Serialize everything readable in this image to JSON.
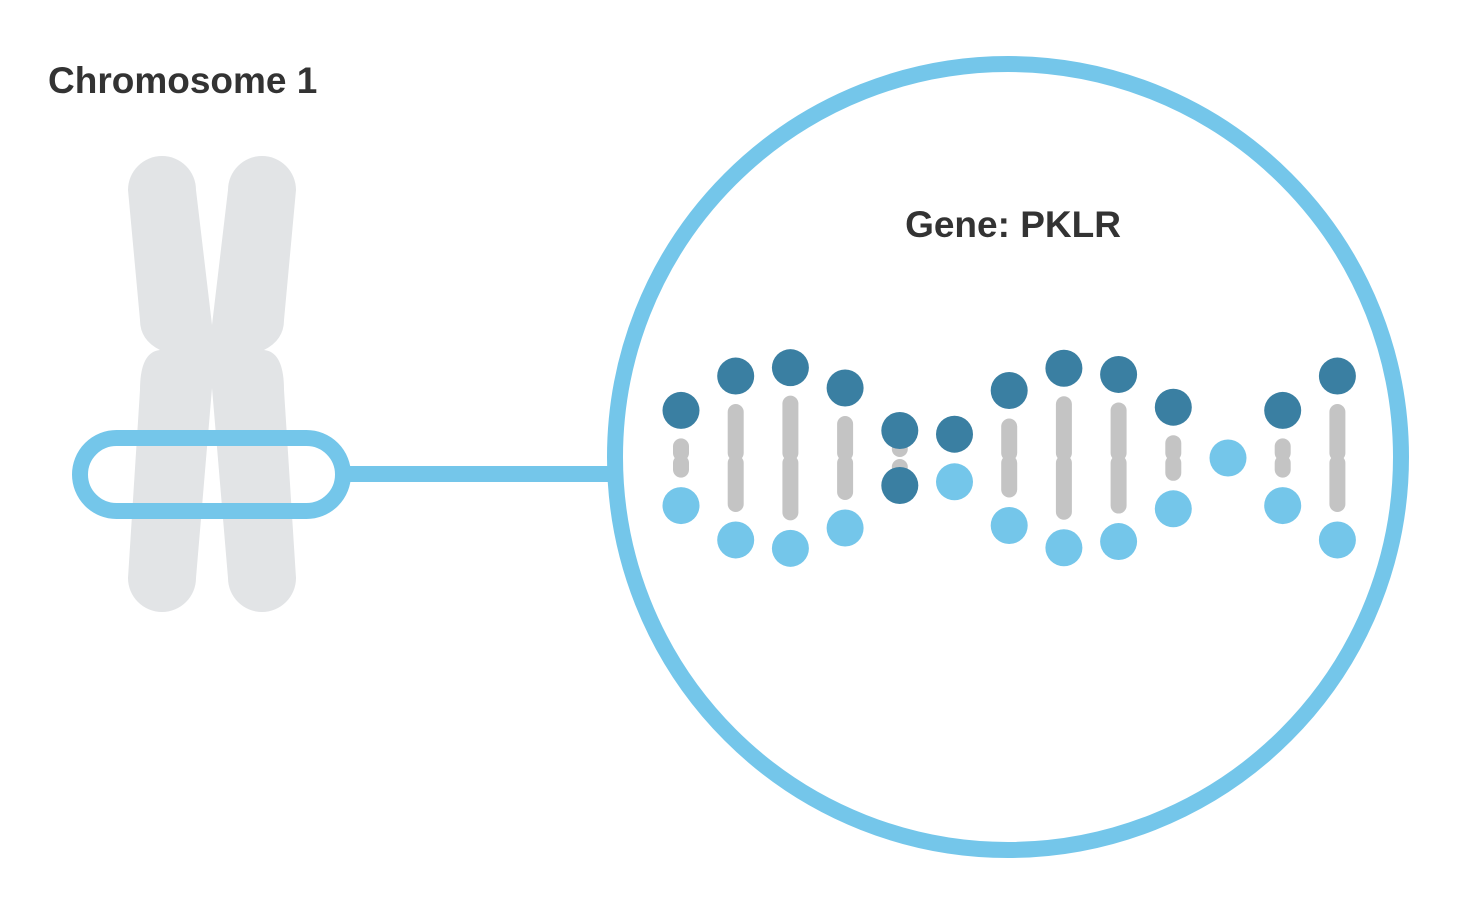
{
  "chromosome_label": "Chromosome 1",
  "gene_label": "Gene: PKLR",
  "colors": {
    "chromosome": "#e2e4e6",
    "highlight": "#74c6ea",
    "base_dark": "#3a7fa2",
    "base_light": "#74c6ea",
    "base_pair_bar": "#c4c4c4",
    "text": "#333333"
  },
  "dna_base_pairs": [
    {
      "top": "dark",
      "bottom": "light"
    },
    {
      "top": "dark",
      "bottom": "light"
    },
    {
      "top": "dark",
      "bottom": "light"
    },
    {
      "top": "dark",
      "bottom": "light"
    },
    {
      "top": "dark",
      "bottom": "dark"
    },
    {
      "top": "light",
      "bottom": "dark"
    },
    {
      "top": "light",
      "bottom": "dark"
    },
    {
      "top": "light",
      "bottom": "dark"
    },
    {
      "top": "light",
      "bottom": "dark"
    },
    {
      "top": "light",
      "bottom": "dark"
    },
    {
      "top": "light",
      "bottom": "light"
    },
    {
      "top": "dark",
      "bottom": "light"
    },
    {
      "top": "dark",
      "bottom": "light"
    }
  ]
}
